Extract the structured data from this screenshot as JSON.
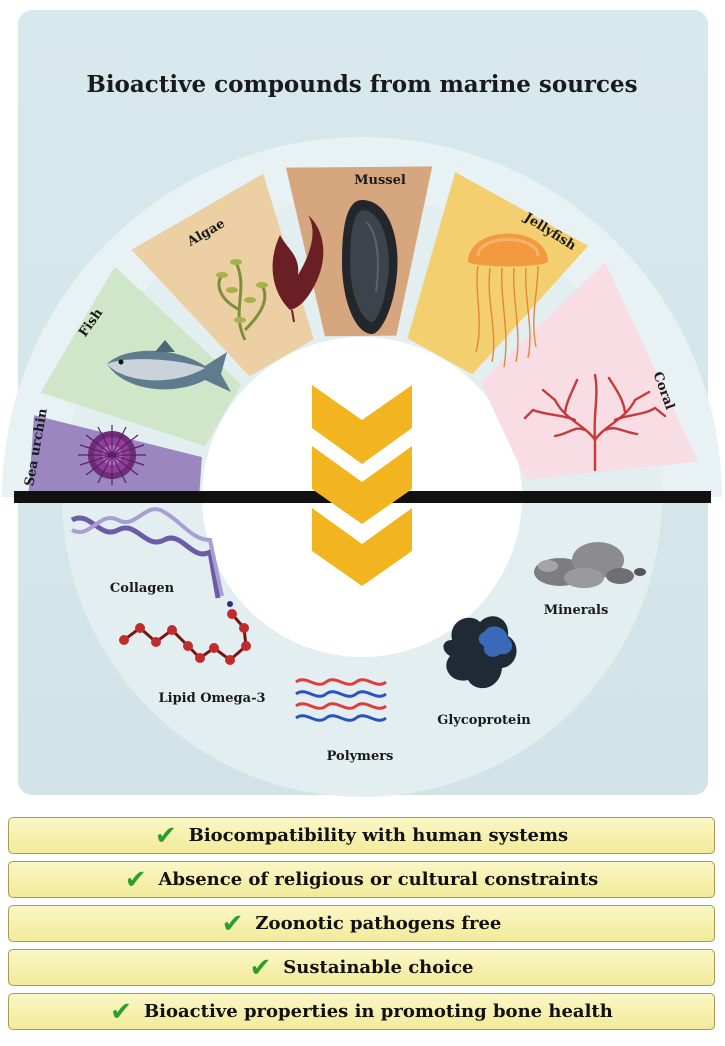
{
  "title": "Bioactive compounds from marine sources",
  "sources": [
    {
      "label": "Sea urchin",
      "icon": "sea-urchin-icon",
      "color": "#9b86c0"
    },
    {
      "label": "Fish",
      "icon": "fish-icon",
      "color": "#cfe6c9"
    },
    {
      "label": "Algae",
      "icon": "algae-icon",
      "color": "#ecd0a3"
    },
    {
      "label": "Mussel",
      "icon": "mussel-icon",
      "color": "#d6a77e"
    },
    {
      "label": "Jellyfish",
      "icon": "jellyfish-icon",
      "color": "#f4cf6f"
    },
    {
      "label": "Coral",
      "icon": "coral-icon",
      "color": "#f8dee4"
    }
  ],
  "compounds": [
    {
      "label": "Collagen",
      "icon": "collagen-helix-icon"
    },
    {
      "label": "Lipid Omega-3",
      "icon": "omega3-molecule-icon"
    },
    {
      "label": "Polymers",
      "icon": "polymer-chains-icon"
    },
    {
      "label": "Glycoprotein",
      "icon": "glycoprotein-icon"
    },
    {
      "label": "Minerals",
      "icon": "minerals-stones-icon"
    }
  ],
  "benefits": [
    "Biocompatibility with human systems",
    "Absence of religious or cultural constraints",
    "Zoonotic pathogens free",
    "Sustainable choice",
    "Bioactive properties in promoting bone health"
  ],
  "colors": {
    "background": "#d4e6ea",
    "ring": "#e9f2f4",
    "arrow": "#f3b51f",
    "benefit_box": "#f6efb2",
    "check": "#2e9e2a"
  }
}
